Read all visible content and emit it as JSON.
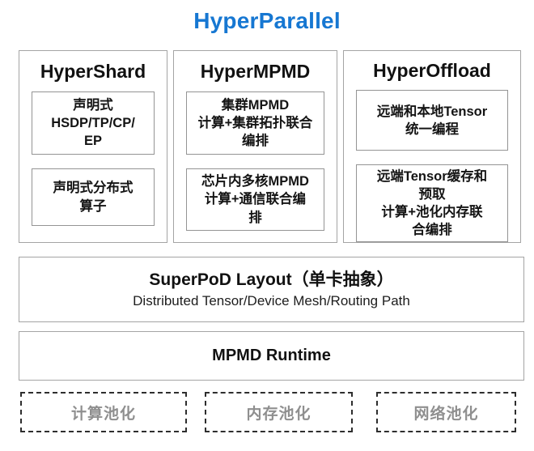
{
  "title": "HyperParallel",
  "colors": {
    "accent_blue": "#1677d2",
    "border_gray": "#a4a4a4",
    "inner_border_gray": "#949494",
    "pool_text_gray": "#8f8f8f",
    "pool_dash_dark": "#2e2e2e"
  },
  "columns": [
    {
      "header": "HyperShard",
      "boxes": [
        "声明式\nHSDP/TP/CP/\nEP",
        "声明式分布式\n算子"
      ]
    },
    {
      "header": "HyperMPMD",
      "boxes": [
        "集群MPMD\n计算+集群拓扑联合\n编排",
        "芯片内多核MPMD\n计算+通信联合编\n排"
      ]
    },
    {
      "header": "HyperOffload",
      "boxes": [
        "远端和本地Tensor\n统一编程",
        "远端Tensor缓存和\n预取\n计算+池化内存联\n合编排"
      ]
    }
  ],
  "superpod": {
    "title": "SuperPoD Layout（单卡抽象）",
    "subtitle": "Distributed Tensor/Device Mesh/Routing Path"
  },
  "runtime": {
    "title": "MPMD Runtime"
  },
  "pools": [
    {
      "label": "计算池化"
    },
    {
      "label": "内存池化"
    },
    {
      "label": "网络池化"
    }
  ]
}
